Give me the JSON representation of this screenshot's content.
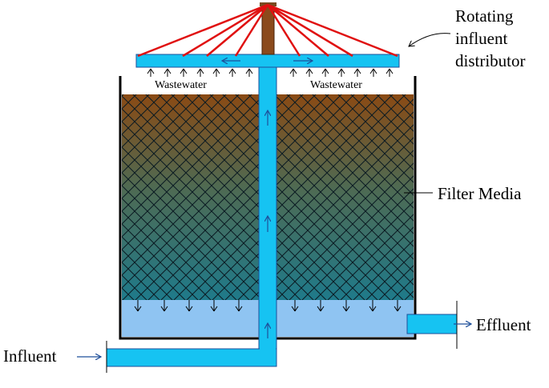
{
  "diagram": {
    "labels": {
      "distributor_line1": "Rotating",
      "distributor_line2": "influent",
      "distributor_line3": "distributor",
      "filter_media": "Filter Media",
      "effluent": "Effluent",
      "influent": "Influent",
      "wastewater_left": "Wastewater",
      "wastewater_right": "Wastewater"
    },
    "colors": {
      "pipe": "#16c3f2",
      "pipe_outline": "#1f4f9a",
      "arm_wires": "#e01010",
      "shaft": "#8b4a1c",
      "media_top": "#8a4a14",
      "media_bottom": "#1f7a8a",
      "underdrain": "#8fc4f2",
      "tank_wall": "#000000",
      "arrows": "#1f4f9a"
    }
  }
}
